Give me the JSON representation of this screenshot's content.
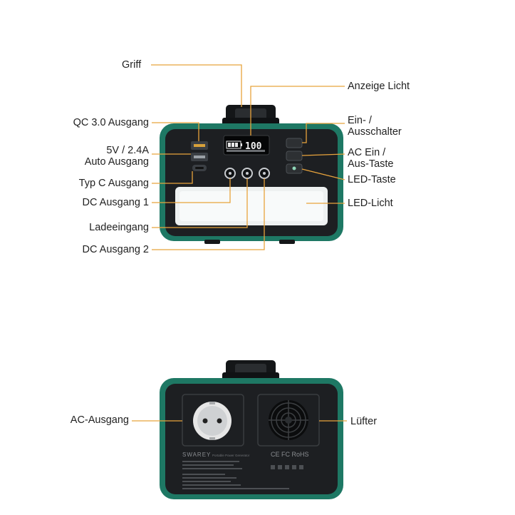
{
  "colors": {
    "leader": "#E8A33C",
    "shell": "#1E7864",
    "panel": "#1d1f22",
    "light": "#eef1f1"
  },
  "front": {
    "display_value": "100",
    "labels": {
      "griff": "Griff",
      "qc30": "QC 3.0 Ausgang",
      "usb5v": "5V / 2.4A\nAuto Ausgang",
      "typc": "Typ C Ausgang",
      "dc1": "DC Ausgang 1",
      "lade": "Ladeeingang",
      "dc2": "DC Ausgang 2",
      "anzeige": "Anzeige Licht",
      "ein": "Ein- /\nAusschalter",
      "acein": "AC Ein /\nAus-Taste",
      "ledtaste": "LED-Taste",
      "ledlicht": "LED-Licht"
    }
  },
  "back": {
    "labels": {
      "ac": "AC-Ausgang",
      "fan": "Lüfter"
    },
    "brand": "SWAREY",
    "product_line": "Portable Power Generator",
    "certifications": "CE FC RoHS"
  }
}
